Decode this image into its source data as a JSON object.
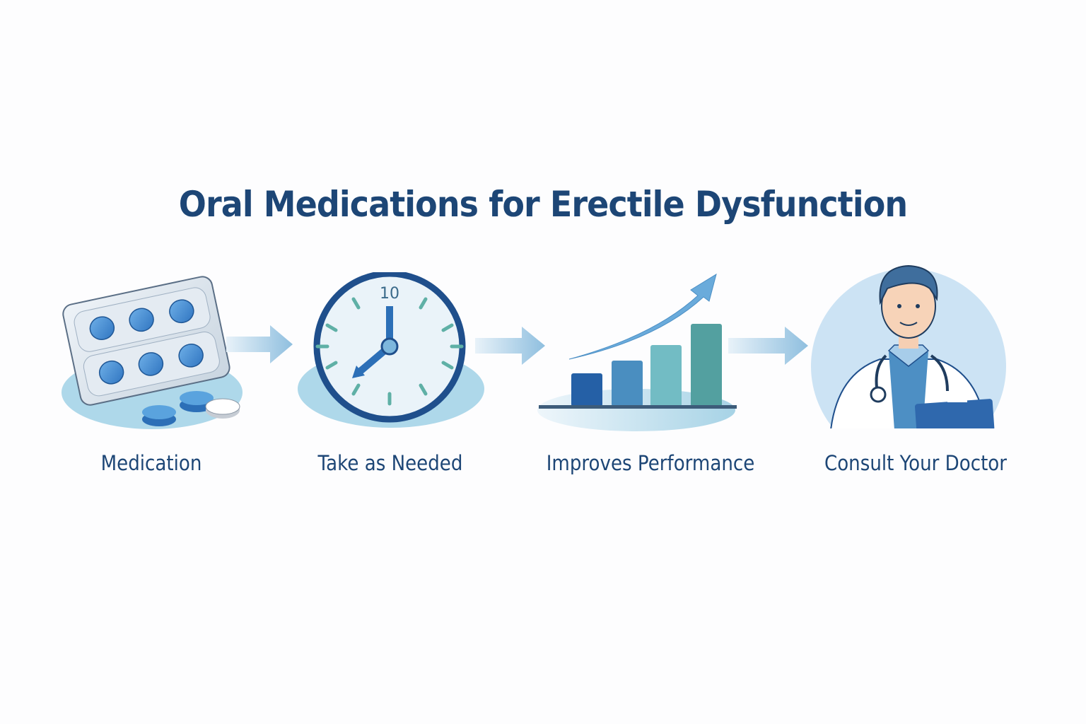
{
  "title": "Oral Medications for Erectile Dysfunction",
  "steps": [
    {
      "label": "Medication",
      "icon": "pill-blister-pack-icon"
    },
    {
      "label": "Take as Needed",
      "icon": "clock-icon",
      "clock_number": "10"
    },
    {
      "label": "Improves Performance",
      "icon": "rising-bar-chart-icon"
    },
    {
      "label": "Consult Your Doctor",
      "icon": "doctor-icon"
    }
  ],
  "connectors": [
    "right-arrow-icon",
    "right-arrow-icon",
    "right-arrow-icon"
  ],
  "colors": {
    "title": "#1d4676",
    "label": "#1d4676",
    "accent_dark": "#1f5796",
    "accent_mid": "#4d8fc4",
    "accent_light": "#cfe6f3",
    "teal": "#5fa8a8"
  }
}
